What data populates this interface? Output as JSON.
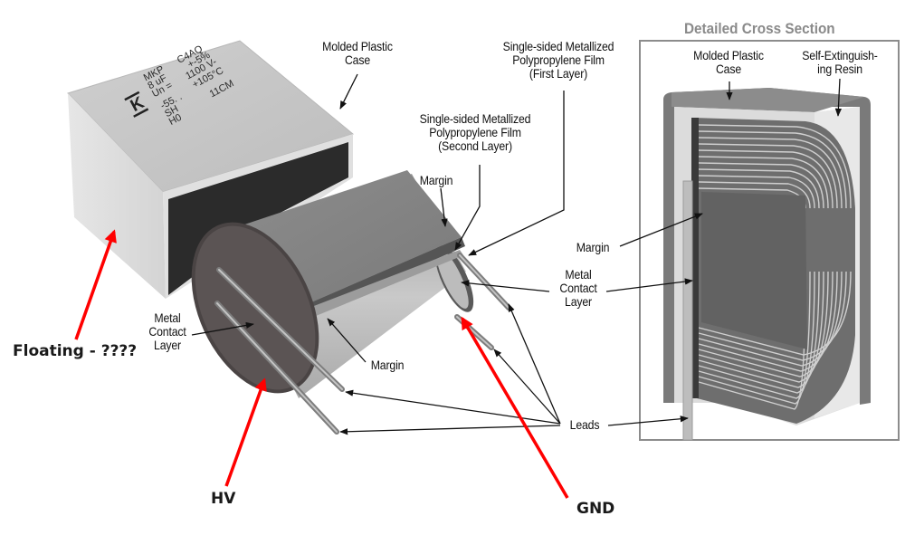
{
  "diagram": {
    "subject": "Metallized polypropylene film capacitor construction",
    "case_markings": {
      "logo": "K",
      "lines_left": [
        "MKP",
        "8 uF",
        "Un =",
        "-55. .",
        "SH",
        "H0"
      ],
      "lines_right": [
        "C4AQ",
        "+-5%",
        "1100 V-",
        "+105°C",
        "11CM"
      ]
    },
    "labels": {
      "molded_case_main": [
        "Molded Plastic",
        "Case"
      ],
      "film_first_layer": [
        "Single-sided Metallized",
        "Polypropylene Film",
        "(First Layer)"
      ],
      "film_second_layer": [
        "Single-sided Metallized",
        "Polypropylene Film",
        "(Second Layer)"
      ],
      "margin_top": [
        "Margin"
      ],
      "margin_bottom": [
        "Margin"
      ],
      "metal_contact_left": [
        "Metal",
        "Contact",
        "Layer"
      ],
      "metal_contact_right": [
        "Metal",
        "Contact",
        "Layer"
      ],
      "leads": [
        "Leads"
      ],
      "cross_section_margin": [
        "Margin"
      ],
      "cross_section_case": [
        "Molded Plastic",
        "Case"
      ],
      "cross_section_resin": [
        "Self-Extinguish-",
        "ing Resin"
      ]
    },
    "cross_section_title": "Detailed Cross Section",
    "annotations": {
      "floating": "Floating - ????",
      "hv": "HV",
      "gnd": "GND"
    },
    "colors": {
      "annotation_arrow": "#ff0000",
      "label_arrow": "#111111",
      "case_light": "#d9d9d9",
      "winding_dark": "#6e6e6e",
      "frame": "#8c8c8c",
      "title_gray": "#8a8a8a"
    }
  }
}
